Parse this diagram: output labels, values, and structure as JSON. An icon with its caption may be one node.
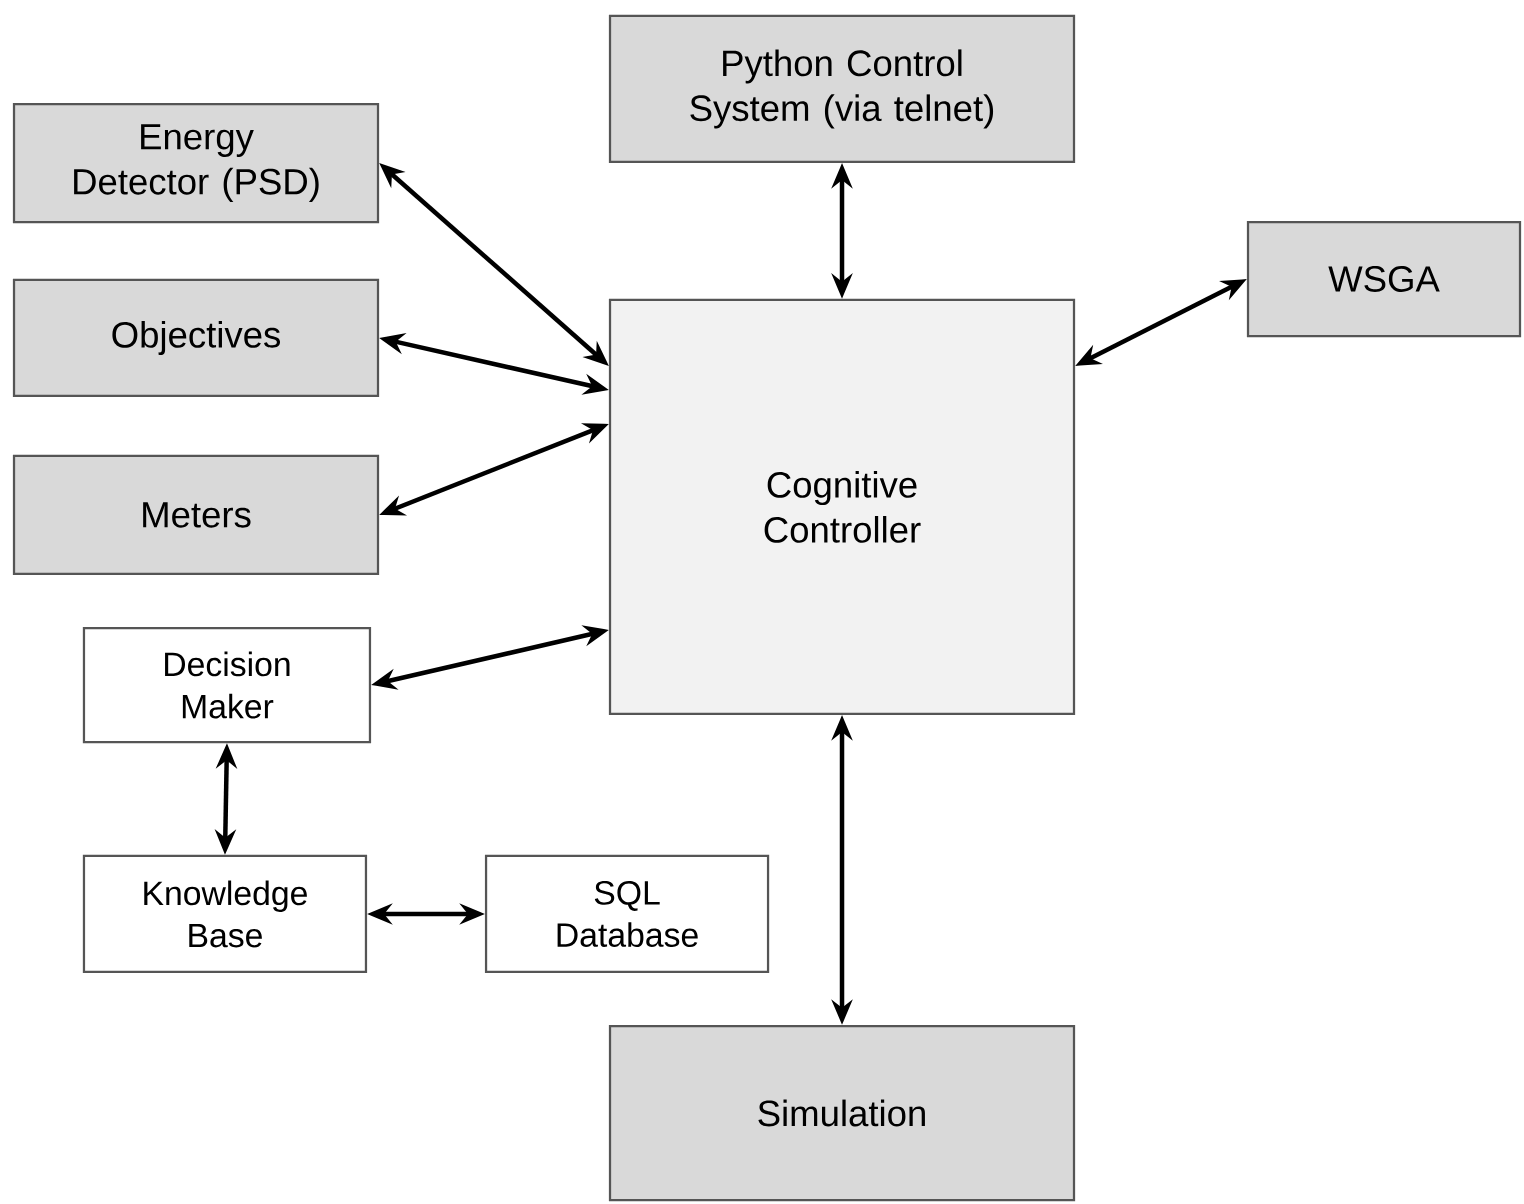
{
  "diagram": {
    "nodes": [
      {
        "text": [
          "Python Control System (via telnet)"
        ]
      },
      {
        "text": [
          "Energy Detector (PSD)"
        ]
      },
      {
        "text": [
          "WSGA"
        ]
      },
      {
        "text": [
          "Objectives"
        ]
      },
      {
        "text": [
          "Cognitive Controller"
        ]
      },
      {
        "text": [
          "Meters"
        ]
      },
      {
        "text": [
          "Decision Maker"
        ]
      },
      {
        "text": [
          "Knowledge Base"
        ]
      },
      {
        "text": [
          "SQL Database"
        ]
      },
      {
        "text": [
          "Simulation"
        ]
      }
    ],
    "edges": [
      {
        "from": 1,
        "to": 4,
        "arrow": "both"
      },
      {
        "from": 3,
        "to": 4,
        "arrow": "both"
      },
      {
        "from": 5,
        "to": 4,
        "arrow": "both"
      },
      {
        "from": 6,
        "to": 4,
        "arrow": "both"
      },
      {
        "from": 0,
        "to": 4,
        "arrow": "both"
      },
      {
        "from": 2,
        "to": 4,
        "arrow": "both"
      },
      {
        "from": 6,
        "to": 7,
        "arrow": "both"
      },
      {
        "from": 7,
        "to": 8,
        "arrow": "both"
      },
      {
        "from": 4,
        "to": 9,
        "arrow": "both"
      }
    ]
  }
}
